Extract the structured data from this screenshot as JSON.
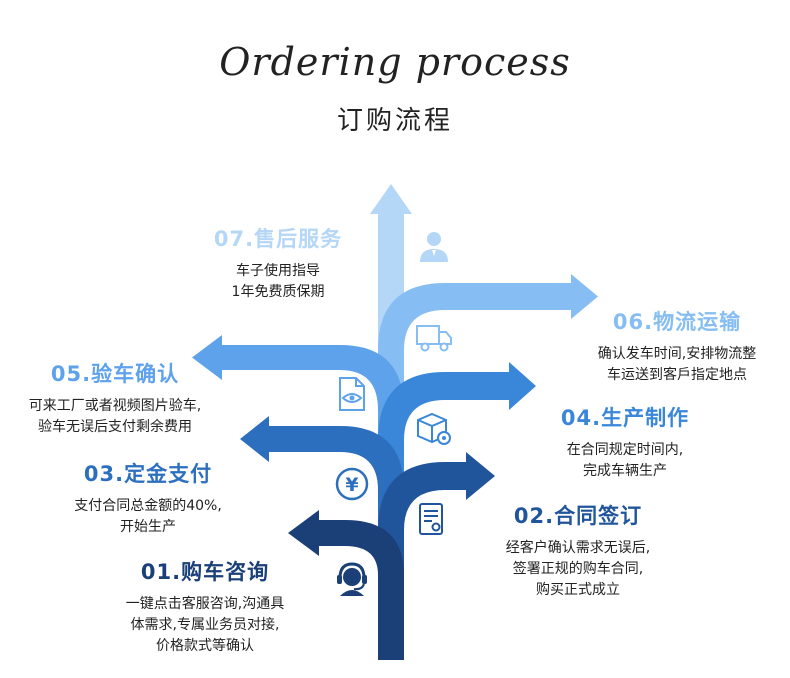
{
  "title_en": "Ordering process",
  "title_cn": "订购流程",
  "colors": {
    "step1": "#1b3f77",
    "step2": "#21559b",
    "step3": "#2d6fbf",
    "step4": "#3a86d9",
    "step5": "#5ea2ec",
    "step6": "#86bdf3",
    "step7": "#b4d6f7"
  },
  "steps": [
    {
      "head": "01.购车咨询",
      "lines": [
        "一键点击客服咨询,沟通具",
        "体需求,专属业务员对接,",
        "价格款式等确认"
      ],
      "icon": "headset-icon"
    },
    {
      "head": "02.合同签订",
      "lines": [
        "经客户确认需求无误后,",
        "签署正规的购车合同,",
        "购买正式成立"
      ],
      "icon": "contract-icon"
    },
    {
      "head": "03.定金支付",
      "lines": [
        "支付合同总金额的40%,",
        "开始生产"
      ],
      "icon": "yen-icon"
    },
    {
      "head": "04.生产制作",
      "lines": [
        "在合同规定时间内,",
        "完成车辆生产"
      ],
      "icon": "box-gear-icon"
    },
    {
      "head": "05.验车确认",
      "lines": [
        "可来工厂或者视频图片验车,",
        "验车无误后支付剩余费用"
      ],
      "icon": "doc-eye-icon"
    },
    {
      "head": "06.物流运输",
      "lines": [
        "确认发车时间,安排物流整",
        "车运送到客戶指定地点"
      ],
      "icon": "truck-icon"
    },
    {
      "head": "07.售后服务",
      "lines": [
        "车子使用指导",
        "1年免费质保期"
      ],
      "icon": "person-icon"
    }
  ]
}
